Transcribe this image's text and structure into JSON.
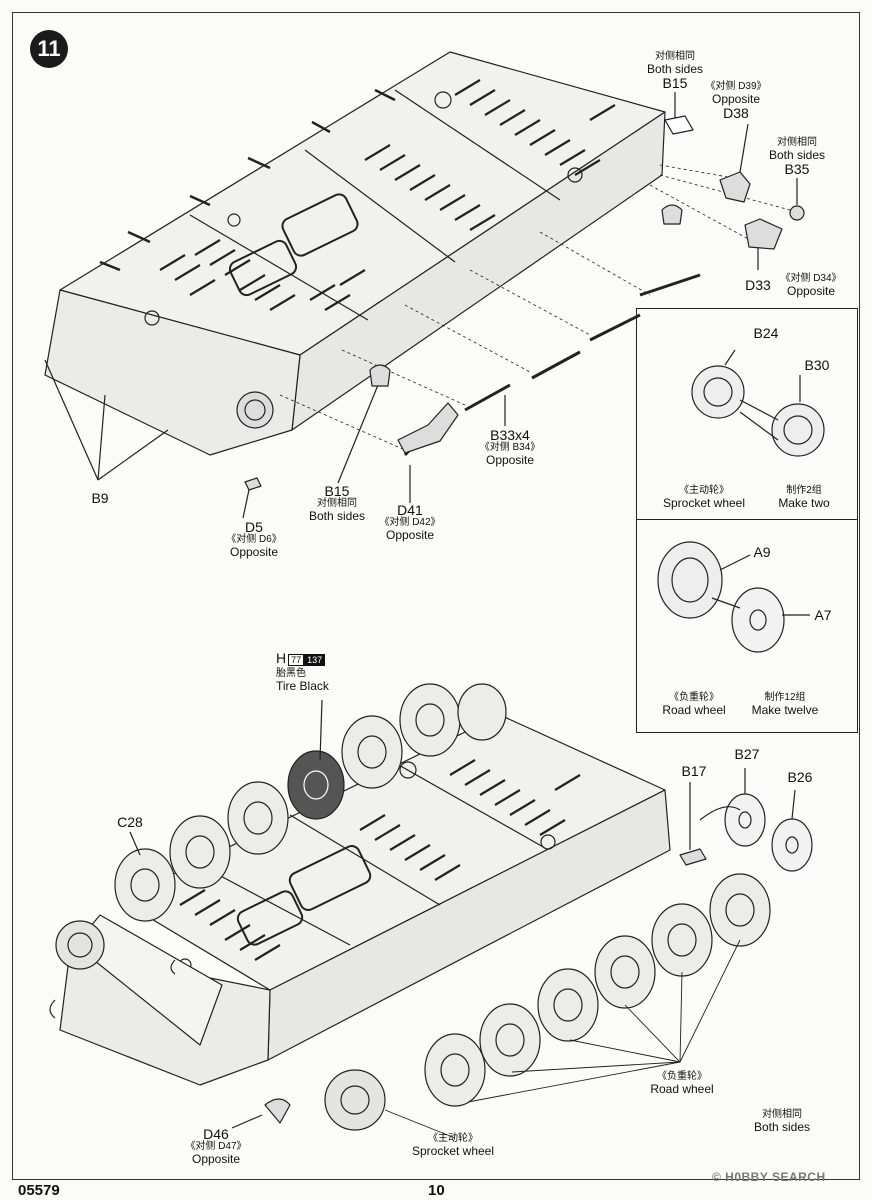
{
  "step": {
    "number": "11"
  },
  "footer": {
    "code": "05579",
    "page": "10",
    "watermark": "© H0BBY SEARCH"
  },
  "labels": {
    "b15_top": {
      "cn": "对侧相同",
      "en": "Both sides",
      "id": "B15"
    },
    "d39": {
      "cn": "《对侧 D39》",
      "en": "Opposite",
      "id": "D38"
    },
    "b35": {
      "cn": "对侧相同",
      "en": "Both sides",
      "id": "B35"
    },
    "d33": {
      "id": "D33",
      "cn": "《对侧 D34》",
      "en": "Opposite"
    },
    "b33": {
      "id": "B33x4",
      "cn": "《对侧 B34》",
      "en": "Opposite"
    },
    "b15_mid": {
      "id": "B15",
      "cn": "对侧相同",
      "en": "Both sides"
    },
    "d41": {
      "id": "D41",
      "cn": "《对侧 D42》",
      "en": "Opposite"
    },
    "d5": {
      "id": "D5",
      "cn": "《对侧 D6》",
      "en": "Opposite"
    },
    "b9": {
      "id": "B9"
    },
    "b17": {
      "id": "B17"
    },
    "b27": {
      "id": "B27"
    },
    "b26": {
      "id": "B26"
    },
    "c28": {
      "id": "C28"
    },
    "d46": {
      "id": "D46",
      "cn": "《对侧 D47》",
      "en": "Opposite"
    },
    "sprocket_bottom": {
      "cn": "《主动轮》",
      "en": "Sprocket wheel"
    },
    "road_bottom": {
      "cn": "《负重轮》",
      "en": "Road wheel"
    },
    "both_sides_bottom": {
      "cn": "对侧相同",
      "en": "Both sides"
    }
  },
  "paint": {
    "prefix": "H",
    "code1": "77",
    "code2": "137",
    "cn": "胎黑色",
    "en": "Tire Black"
  },
  "inset_sprocket": {
    "b24": "B24",
    "b30": "B30",
    "caption_cn": "《主动轮》",
    "caption_en": "Sprocket wheel",
    "make_cn": "制作2组",
    "make_en": "Make two"
  },
  "inset_road": {
    "a9": "A9",
    "a7": "A7",
    "caption_cn": "《负重轮》",
    "caption_en": "Road wheel",
    "make_cn": "制作12组",
    "make_en": "Make twelve"
  }
}
